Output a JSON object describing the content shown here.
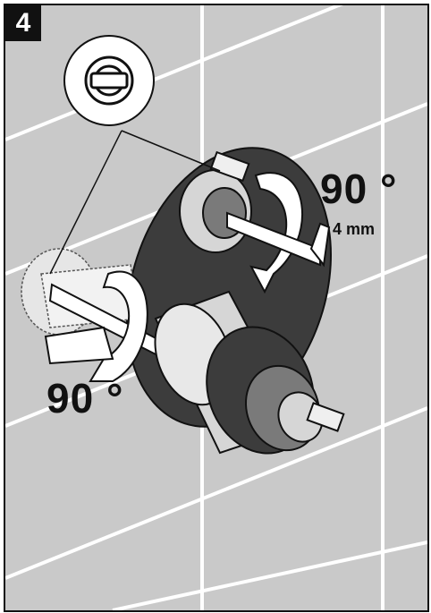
{
  "step": {
    "number": "4"
  },
  "labels": {
    "angle_top": "90 °",
    "angle_bottom": "90 °",
    "wrench_size": "4 mm"
  },
  "colors": {
    "background_tile": "#c9c9c9",
    "grout": "#ffffff",
    "outline": "#111111",
    "body_dark": "#3c3c3c",
    "body_mid": "#7a7a7a",
    "body_light": "#d6d6d6"
  },
  "icons": [
    "detail-inset-icon",
    "rotation-arrow-icon",
    "hex-key-icon",
    "valve-cartridge-icon"
  ]
}
